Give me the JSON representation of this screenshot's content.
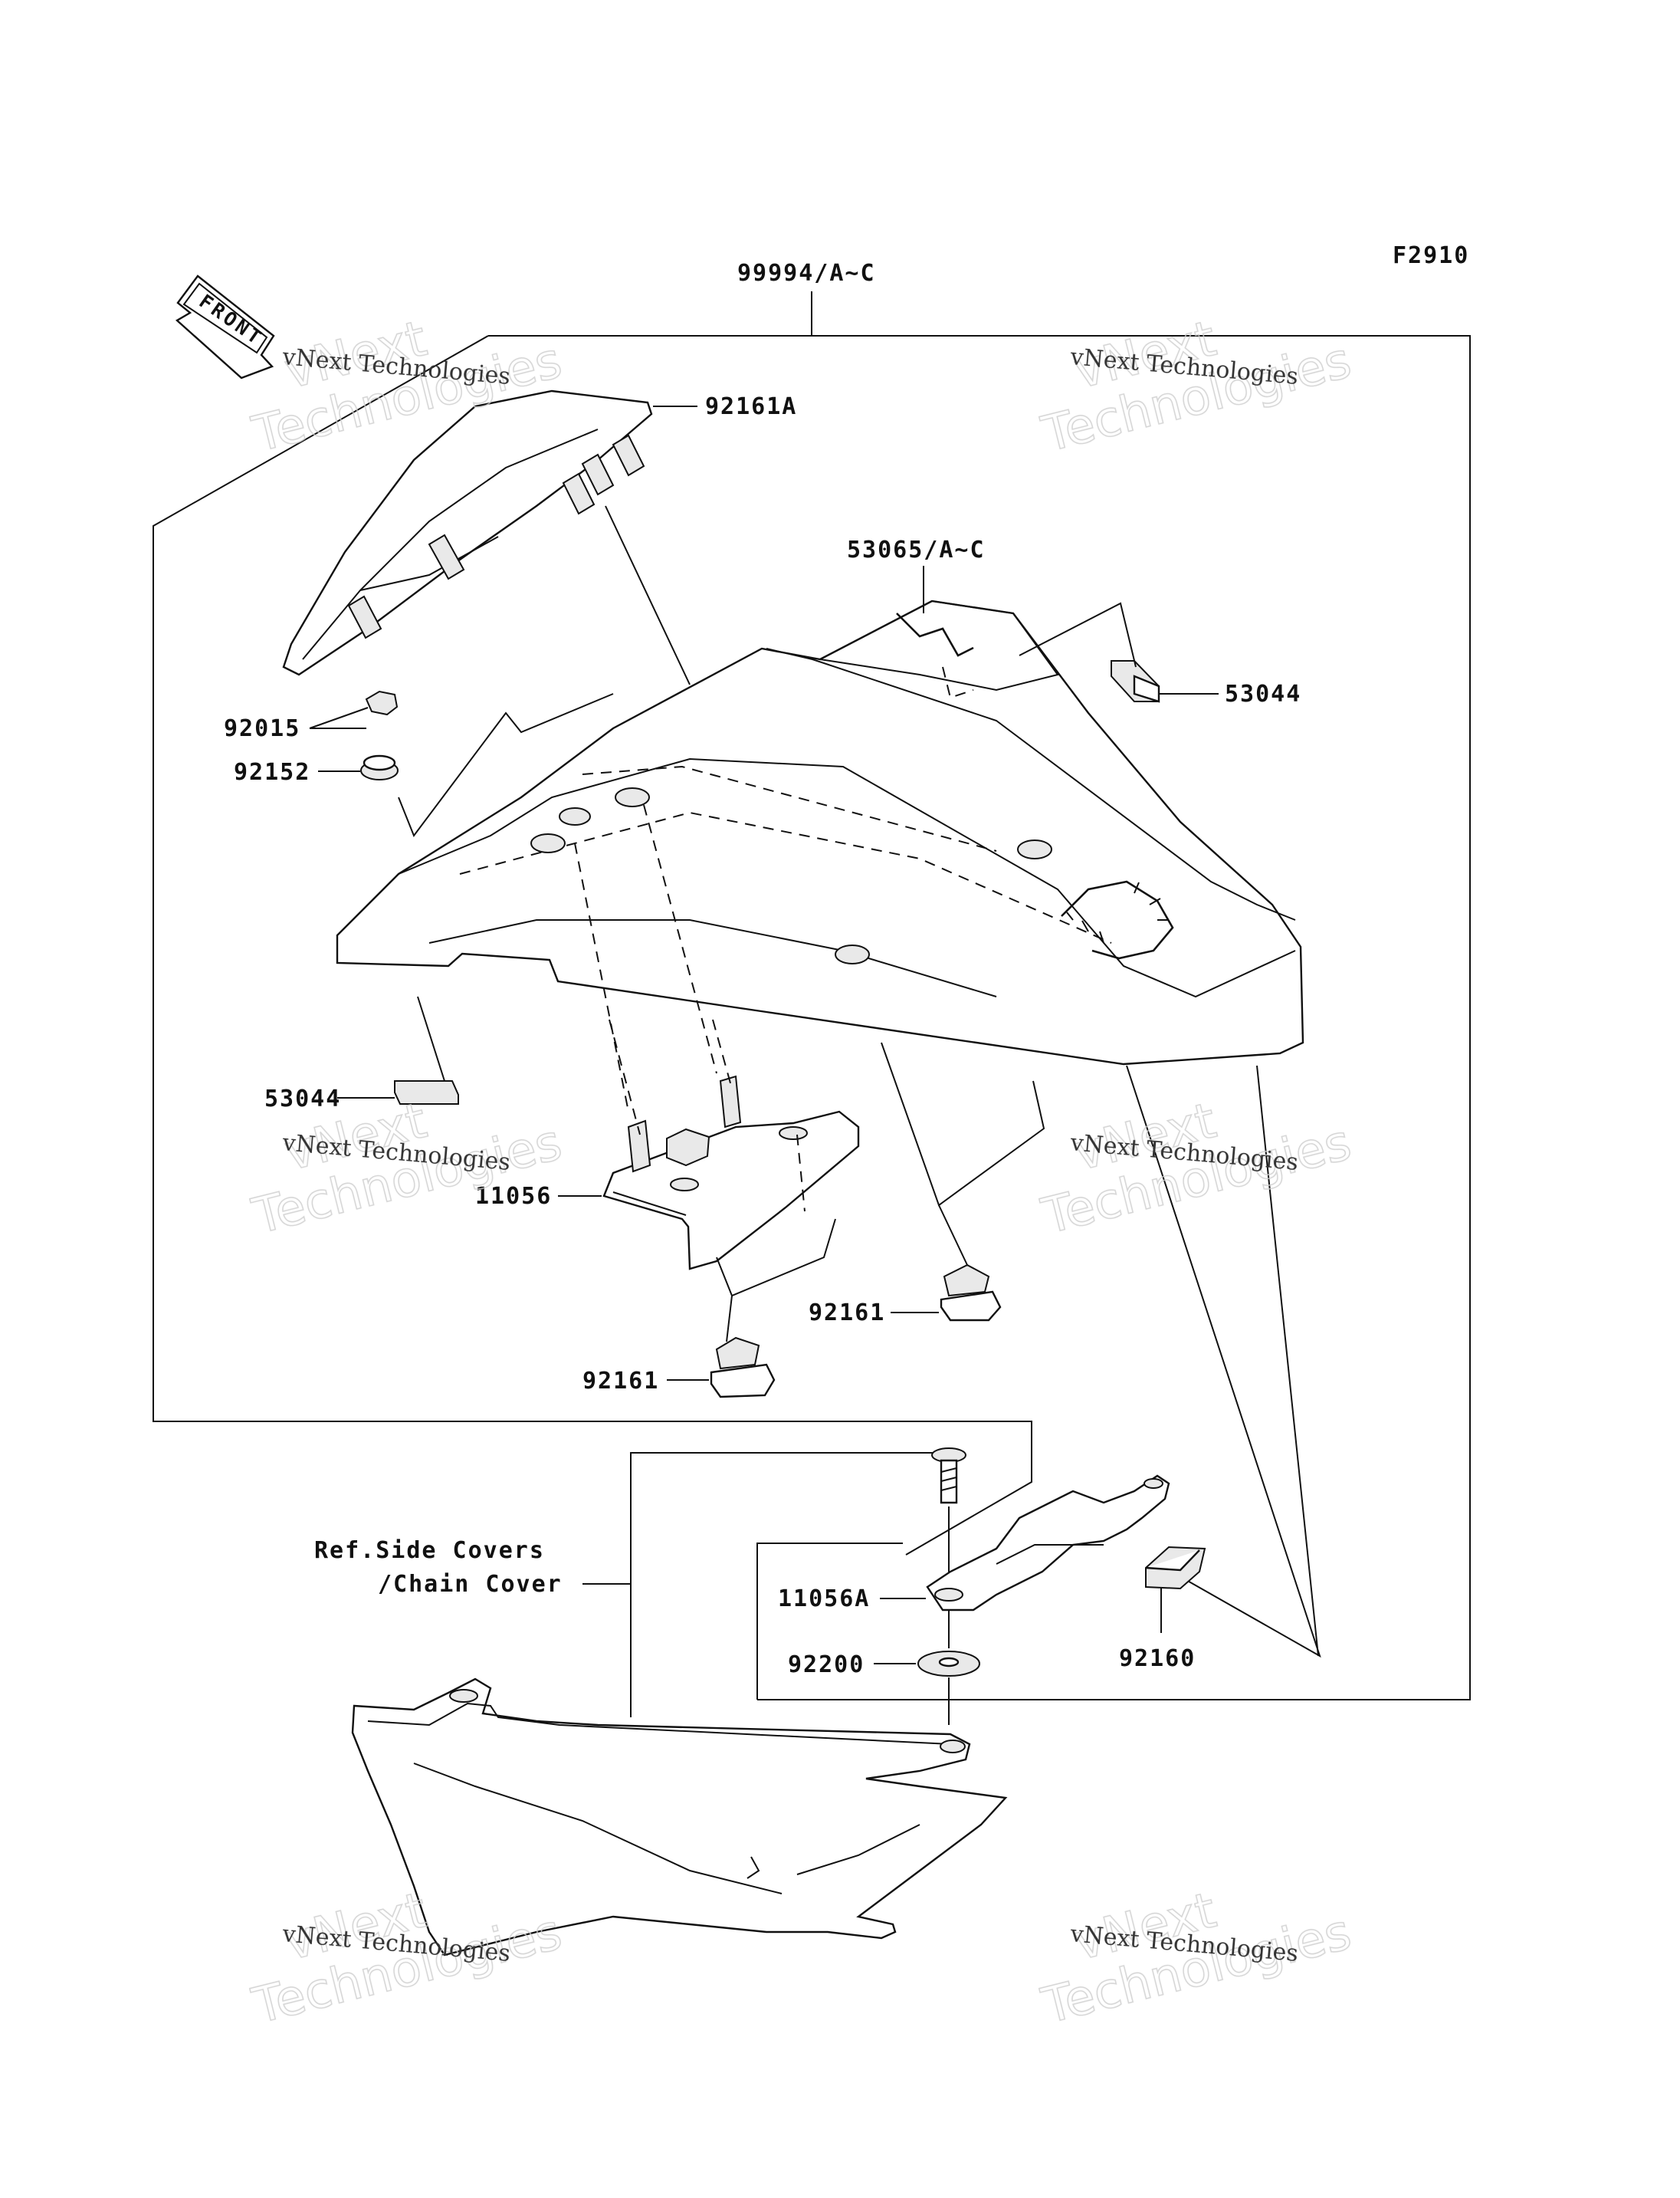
{
  "figure_code": "F2910",
  "front_arrow": {
    "label": "FRONT",
    "icon": "front-arrow-icon"
  },
  "watermark": {
    "brand": "vNext Technologies",
    "big_line1": "vNext",
    "big_line2": "Technologies"
  },
  "parts": {
    "kit": "99994/A~C",
    "seat_cover": "53065/A~C",
    "damper_top": "92161A",
    "clip_right": "53044",
    "clip_left": "53044",
    "nut": "92015",
    "collar": "92152",
    "bracket": "11056",
    "damper_mid": "92161",
    "damper_low": "92161",
    "bracket_a": "11056A",
    "washer": "92200",
    "pad": "92160"
  },
  "reference": {
    "line1": "Ref.Side Covers",
    "line2": "/Chain Cover"
  }
}
